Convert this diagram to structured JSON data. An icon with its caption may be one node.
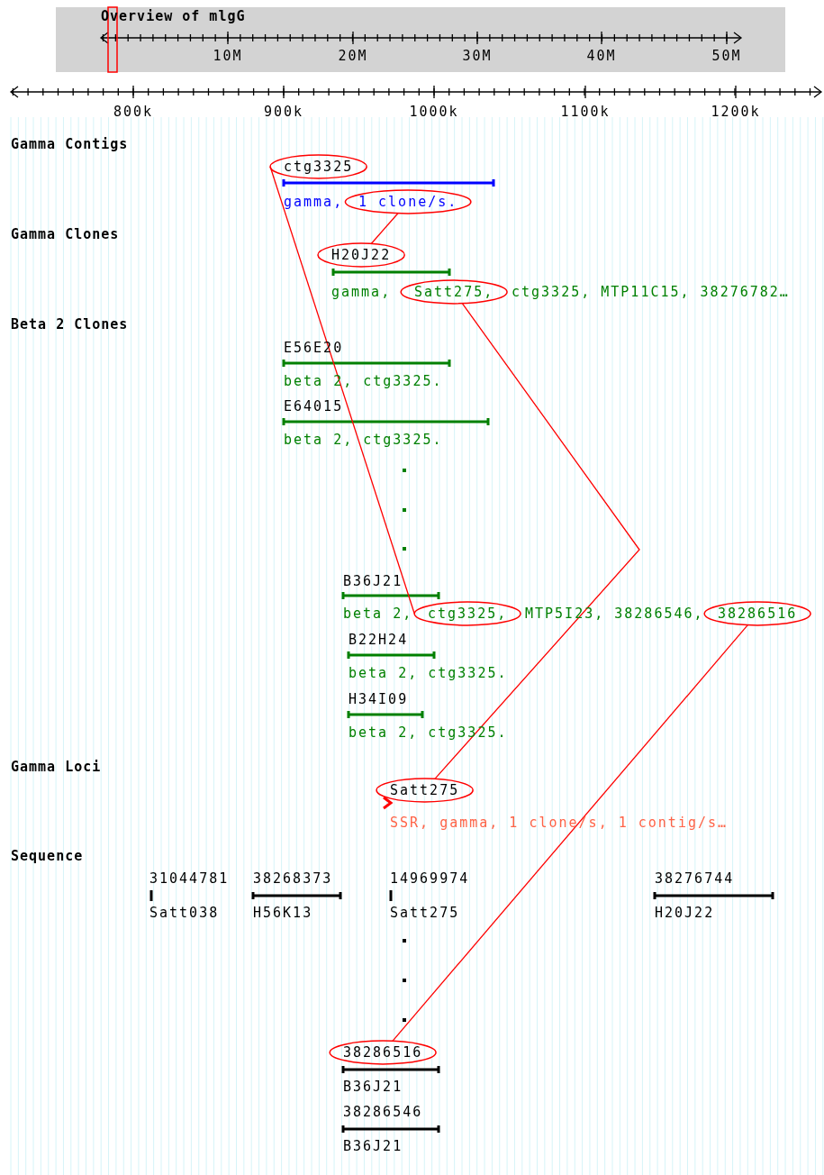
{
  "diagram": {
    "title": "Overview of mlgG",
    "nodes": [
      {
        "text": [
          "ctg3325"
        ]
      },
      {
        "text": [
          "1 clone/s."
        ]
      },
      {
        "text": [
          "H20J22"
        ]
      },
      {
        "text": [
          "Satt275,"
        ]
      },
      {
        "text": [
          "ctg3325,"
        ]
      },
      {
        "text": [
          "38286516"
        ]
      },
      {
        "text": [
          "Satt275"
        ]
      },
      {
        "text": [
          "38286516"
        ]
      }
    ],
    "edges": [
      {
        "from": 0,
        "to": 4,
        "arrow": "none"
      },
      {
        "from": 1,
        "to": 2,
        "arrow": "none"
      },
      {
        "from": 3,
        "to": 6,
        "arrow": "none"
      },
      {
        "from": 5,
        "to": 7,
        "arrow": "none"
      }
    ],
    "labels": [
      "10M",
      "20M",
      "30M",
      "40M",
      "50M",
      "800k",
      "900k",
      "1000k",
      "1100k",
      "1200k",
      "Gamma Contigs",
      "gamma,",
      "Gamma Clones",
      "gamma,",
      "ctg3325, MTP11C15, 38276782…",
      "Beta 2 Clones",
      "E56E20",
      "beta 2, ctg3325.",
      "E64015",
      "beta 2, ctg3325.",
      "B36J21",
      "beta 2,",
      "MTP5I23, 38286546,",
      "B22H24",
      "beta 2, ctg3325.",
      "H34I09",
      "beta 2, ctg3325.",
      "Gamma Loci",
      "SSR, gamma, 1 clone/s, 1 contig/s…",
      "Sequence",
      "31044781",
      "38268373",
      "14969974",
      "38276744",
      "Satt038",
      "H56K13",
      "Satt275",
      "H20J22",
      "B36J21",
      "38286546",
      "B36J21"
    ]
  }
}
